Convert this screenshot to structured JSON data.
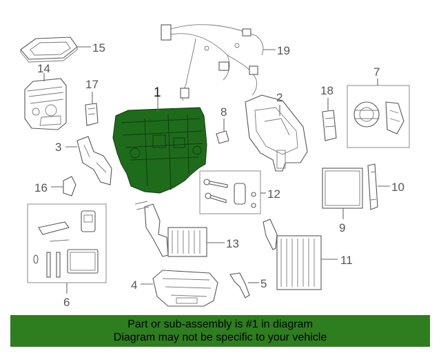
{
  "callouts": {
    "c1": "1",
    "c2": "2",
    "c3": "3",
    "c4": "4",
    "c5": "5",
    "c6": "6",
    "c7": "7",
    "c8": "8",
    "c9": "9",
    "c10": "10",
    "c11": "11",
    "c12": "12",
    "c13": "13",
    "c14": "14",
    "c15": "15",
    "c16": "16",
    "c17": "17",
    "c18": "18",
    "c19": "19"
  },
  "banner": {
    "line1": "Part or sub-assembly is #1 in diagram",
    "line2": "Diagram may not be specific to your vehicle"
  },
  "colors": {
    "highlight": "#1f6b1c",
    "banner": "#2e7d1e"
  }
}
